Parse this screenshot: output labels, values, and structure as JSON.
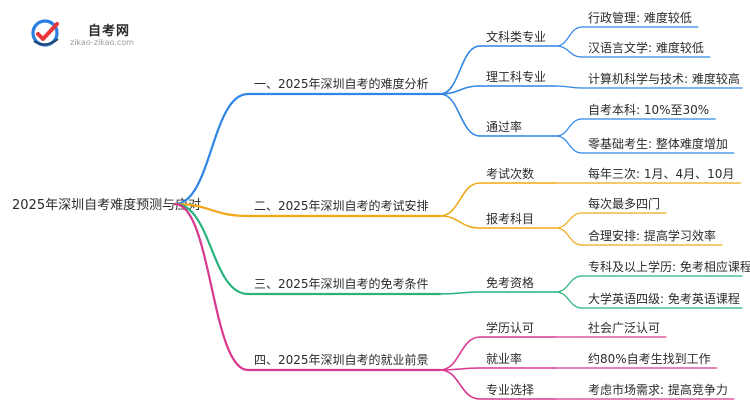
{
  "logo": {
    "title": "自考网",
    "url": "zikao-zikao.com",
    "colors": {
      "blue": "#2a7de1",
      "red": "#e8373a",
      "navy": "#22466e"
    }
  },
  "root": "2025年深圳自考难度预测与应对",
  "branches": [
    {
      "label": "一、2025年深圳自考的难度分析",
      "color": "#2f86e6",
      "children": [
        {
          "label": "文科类专业",
          "children": [
            "行政管理: 难度较低",
            "汉语言文学: 难度较低"
          ]
        },
        {
          "label": "理工科专业",
          "children": [
            "计算机科学与技术: 难度较高"
          ]
        },
        {
          "label": "通过率",
          "children": [
            "自考本科: 10%至30%",
            "零基础考生: 整体难度增加"
          ]
        }
      ]
    },
    {
      "label": "二、2025年深圳自考的考试安排",
      "color": "#f0a91a",
      "children": [
        {
          "label": "考试次数",
          "children": [
            "每年三次: 1月、4月、10月"
          ]
        },
        {
          "label": "报考科目",
          "children": [
            "每次最多四门",
            "合理安排: 提高学习效率"
          ]
        }
      ]
    },
    {
      "label": "三、2025年深圳自考的免考条件",
      "color": "#27b37a",
      "children": [
        {
          "label": "免考资格",
          "children": [
            "专科及以上学历: 免考相应课程",
            "大学英语四级: 免考英语课程"
          ]
        }
      ]
    },
    {
      "label": "四、2025年深圳自考的就业前景",
      "color": "#d9388f",
      "children": [
        {
          "label": "学历认可",
          "children": [
            "社会广泛认可"
          ]
        },
        {
          "label": "就业率",
          "children": [
            "约80%自考生找到工作"
          ]
        },
        {
          "label": "专业选择",
          "children": [
            "考虑市场需求: 提高竞争力"
          ]
        }
      ]
    }
  ]
}
